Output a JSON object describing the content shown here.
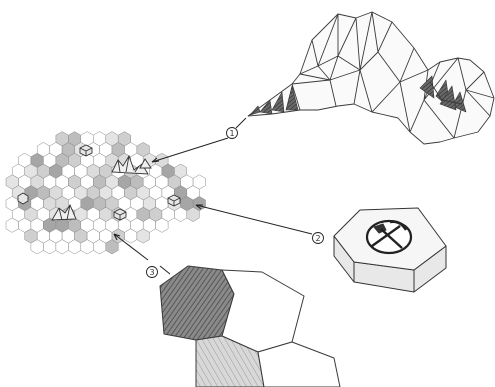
{
  "callouts": [
    {
      "label": "1"
    },
    {
      "label": "2"
    },
    {
      "label": "3"
    }
  ],
  "colors": {
    "ink": "#3a3a3a",
    "shade_dark": "#6b6b6b",
    "shade_mid": "#a8a8a8",
    "shade_light": "#d2d2d2",
    "paper": "#ffffff"
  },
  "icon": {
    "name": "crossed-hammer-pickaxe-icon"
  }
}
